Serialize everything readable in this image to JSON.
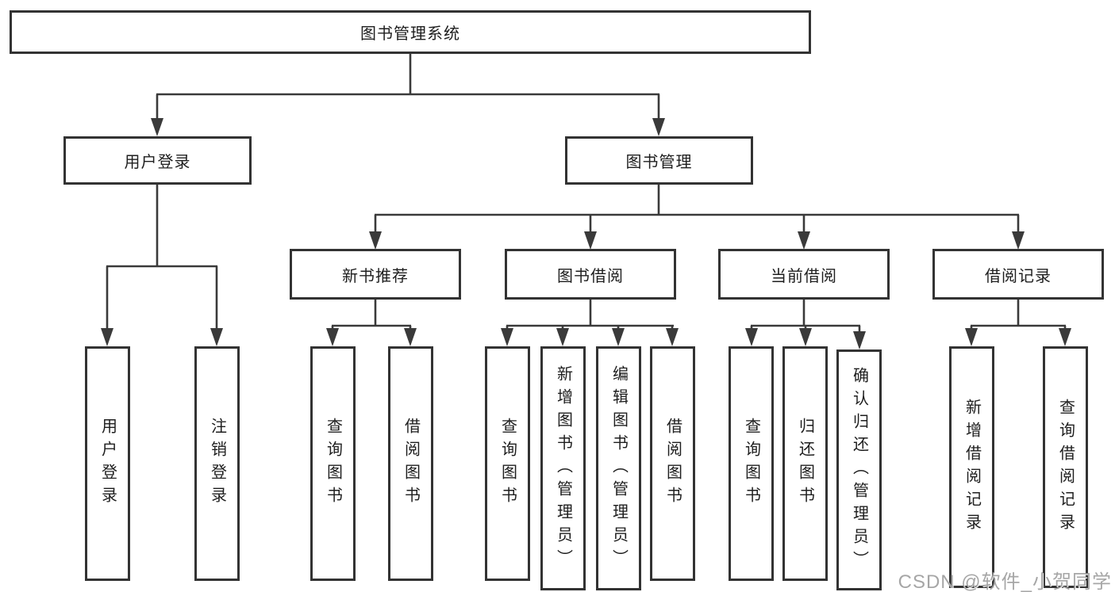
{
  "diagram": {
    "title": "图书管理系统",
    "root": {
      "label": "图书管理系统"
    },
    "level2": [
      {
        "label": "用户登录"
      },
      {
        "label": "图书管理"
      }
    ],
    "level3": [
      {
        "label": "新书推荐",
        "parent": "图书管理"
      },
      {
        "label": "图书借阅",
        "parent": "图书管理"
      },
      {
        "label": "当前借阅",
        "parent": "图书管理"
      },
      {
        "label": "借阅记录",
        "parent": "图书管理"
      }
    ],
    "leaves": [
      {
        "label": "用户登录",
        "parent": "用户登录"
      },
      {
        "label": "注销登录",
        "parent": "用户登录"
      },
      {
        "label": "查询图书",
        "parent": "新书推荐"
      },
      {
        "label": "借阅图书",
        "parent": "新书推荐"
      },
      {
        "label": "查询图书",
        "parent": "图书借阅"
      },
      {
        "label": "新增图书（管理员）",
        "parent": "图书借阅"
      },
      {
        "label": "编辑图书（管理员）",
        "parent": "图书借阅"
      },
      {
        "label": "借阅图书",
        "parent": "图书借阅"
      },
      {
        "label": "查询图书",
        "parent": "当前借阅"
      },
      {
        "label": "归还图书",
        "parent": "当前借阅"
      },
      {
        "label": "确认归还（管理员）",
        "parent": "当前借阅"
      },
      {
        "label": "新增借阅记录",
        "parent": "借阅记录"
      },
      {
        "label": "查询借阅记录",
        "parent": "借阅记录"
      }
    ]
  },
  "watermark": "CSDN @软件_小贺同学",
  "colors": {
    "background": "#ffffff",
    "line": "#3a3a3a",
    "box_border": "#333333",
    "text": "#1e1e1e",
    "watermark": "#969696"
  }
}
